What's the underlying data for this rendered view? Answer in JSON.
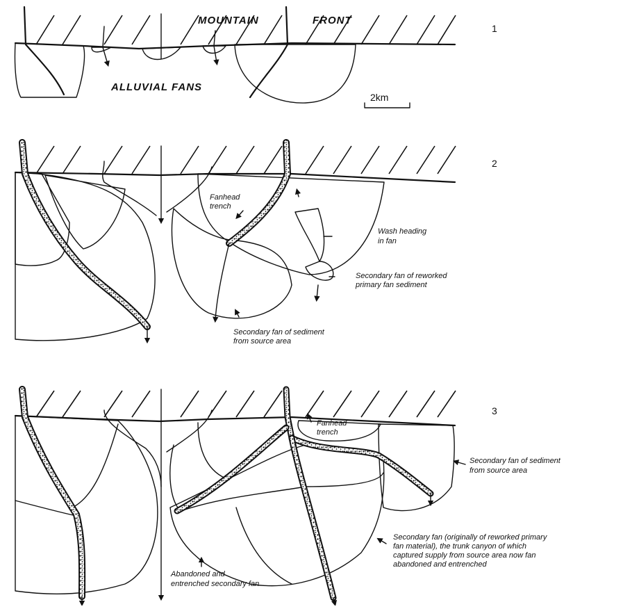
{
  "panels": [
    {
      "number": "1"
    },
    {
      "number": "2"
    },
    {
      "number": "3"
    }
  ],
  "labels": {
    "mountain": "MOUNTAIN",
    "front": "FRONT",
    "alluvial_fans": "ALLUVIAL FANS",
    "scale": "2km",
    "p2_fanhead_trench_1": "Fanhead",
    "p2_fanhead_trench_2": "trench",
    "p2_wash_1": "Wash heading",
    "p2_wash_2": "in fan",
    "p2_secondary_reworked_1": "Secondary fan of reworked",
    "p2_secondary_reworked_2": "primary fan sediment",
    "p2_secondary_source_1": "Secondary fan of sediment",
    "p2_secondary_source_2": "from source area",
    "p3_fanhead_trench_1": "Fanhead",
    "p3_fanhead_trench_2": "trench",
    "p3_secondary_source_1": "Secondary fan of sediment",
    "p3_secondary_source_2": "from source area",
    "p3_secondary_orig_1": "Secondary fan (originally of reworked primary",
    "p3_secondary_orig_2": "fan material), the trunk canyon of which",
    "p3_secondary_orig_3": "captured supply from source area now fan",
    "p3_secondary_orig_4": "abandoned and entrenched",
    "p3_abandoned_1": "Abandoned and",
    "p3_abandoned_2": "entrenched secondary fan"
  }
}
